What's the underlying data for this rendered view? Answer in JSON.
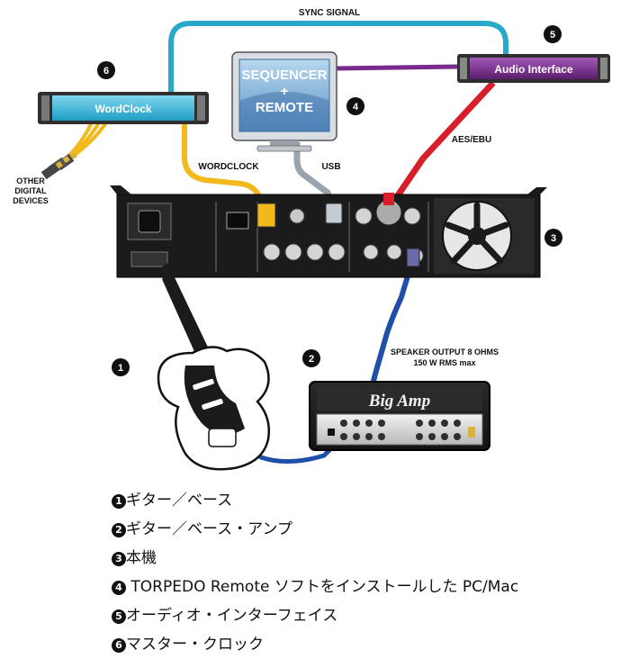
{
  "labels": {
    "sync_signal": "SYNC SIGNAL",
    "wordclock_cable": "WORDCLOCK",
    "usb": "USB",
    "aes_ebu": "AES/EBU",
    "other_devices": [
      "OTHER",
      "DIGITAL",
      "DEVICES"
    ],
    "speaker_output": [
      "SPEAKER OUTPUT 8 OHMS",
      "150 W RMS max"
    ]
  },
  "devices": {
    "wordclock": "WordClock",
    "audio_interface": "Audio Interface",
    "monitor_lines": [
      "SEQUENCER",
      "+",
      "REMOTE"
    ],
    "amp": "Big Amp"
  },
  "badges": [
    "1",
    "2",
    "3",
    "4",
    "5",
    "6"
  ],
  "legend": [
    {
      "num": "1",
      "text": "ギター／ベース"
    },
    {
      "num": "2",
      "text": "ギター／ベース・アンプ"
    },
    {
      "num": "3",
      "text": "本機"
    },
    {
      "num": "4",
      "text": " TORPEDO Remote ソフトをインストールした PC/Mac"
    },
    {
      "num": "5",
      "text": "オーディオ・インターフェイス"
    },
    {
      "num": "6",
      "text": "マスター・クロック"
    }
  ],
  "colors": {
    "sync_cable": "#29a9c9",
    "wordclock_cable": "#f2b81c",
    "usb_cable": "#9aa4ad",
    "aes_cable": "#d81e2a",
    "speaker_cable": "#1f4fa8",
    "audio_interface": "#7b2a8e",
    "wordclock_box": "#33b8d8"
  }
}
